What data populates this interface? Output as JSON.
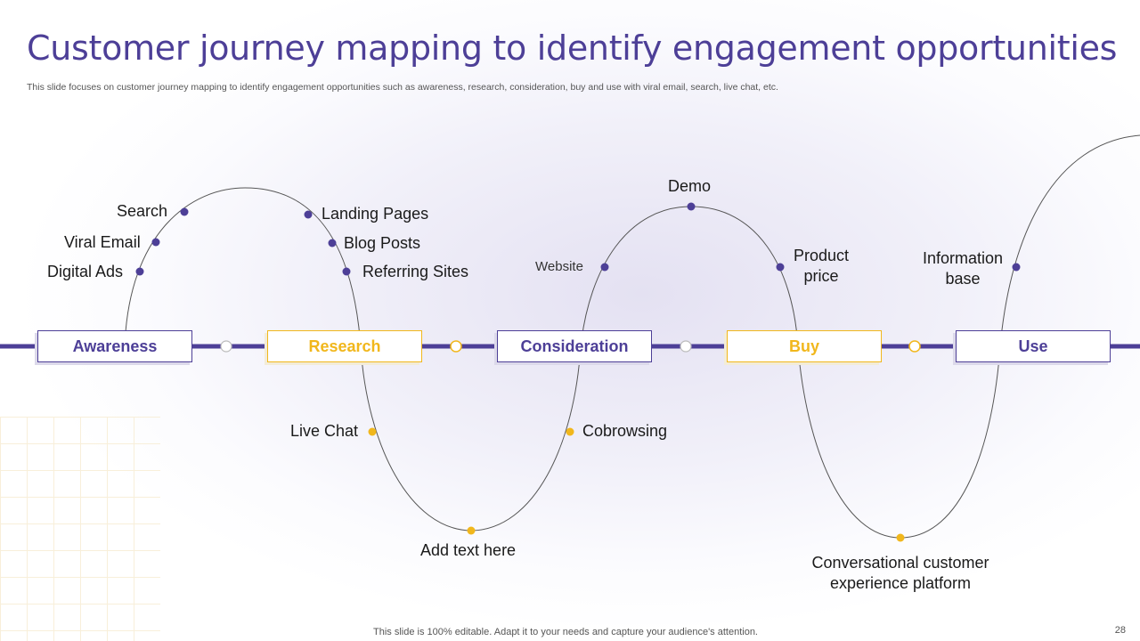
{
  "slide": {
    "title": "Customer journey mapping to identify engagement opportunities",
    "subtitle": "This slide focuses on customer journey mapping to identify engagement opportunities such as awareness, research, consideration, buy and use with viral email, search, live chat,  etc.",
    "footer": "This slide is 100% editable. Adapt it to your needs and capture your audience's attention.",
    "page_number": "28"
  },
  "colors": {
    "purple": "#4d3f97",
    "gold": "#f1b71c",
    "curve": "#555555"
  },
  "stages": [
    {
      "label": "Awareness",
      "color": "purple"
    },
    {
      "label": "Research",
      "color": "gold"
    },
    {
      "label": "Consideration",
      "color": "purple"
    },
    {
      "label": "Buy",
      "color": "gold"
    },
    {
      "label": "Use",
      "color": "purple"
    }
  ],
  "touchpoints": {
    "search": "Search",
    "viral_email": "Viral Email",
    "digital_ads": "Digital Ads",
    "landing_pages": "Landing Pages",
    "blog_posts": "Blog Posts",
    "referring_sites": "Referring Sites",
    "website": "Website",
    "demo": "Demo",
    "product_price": "Product price",
    "information_base": "Information base",
    "live_chat": "Live Chat",
    "cobrowsing": "Cobrowsing",
    "add_text": "Add text here",
    "conversational_platform": "Conversational customer experience platform"
  }
}
